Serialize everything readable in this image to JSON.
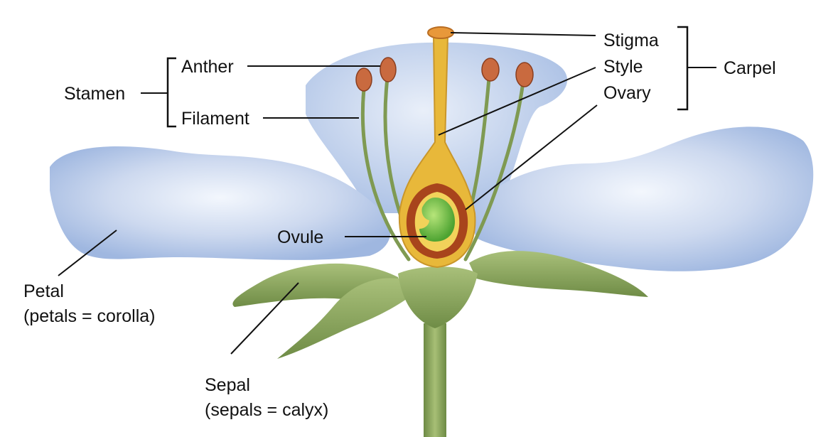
{
  "labels": {
    "stigma": "Stigma",
    "style": "Style",
    "ovary": "Ovary",
    "carpel": "Carpel",
    "anther": "Anther",
    "filament": "Filament",
    "stamen": "Stamen",
    "ovule": "Ovule",
    "petal_line1": "Petal",
    "petal_line2": "(petals = corolla)",
    "sepal_line1": "Sepal",
    "sepal_line2": "(sepals = calyx)"
  },
  "colors": {
    "petal": "#b9ccea",
    "petal_highlight": "#eef3fb",
    "sepal": "#8faa5c",
    "stem": "#7f9a52",
    "carpel": "#e8b83a",
    "ovary_wall": "#a8441c",
    "ovule": "#7cc94a",
    "anther": "#c96a3f",
    "filament": "#7f9a52"
  }
}
